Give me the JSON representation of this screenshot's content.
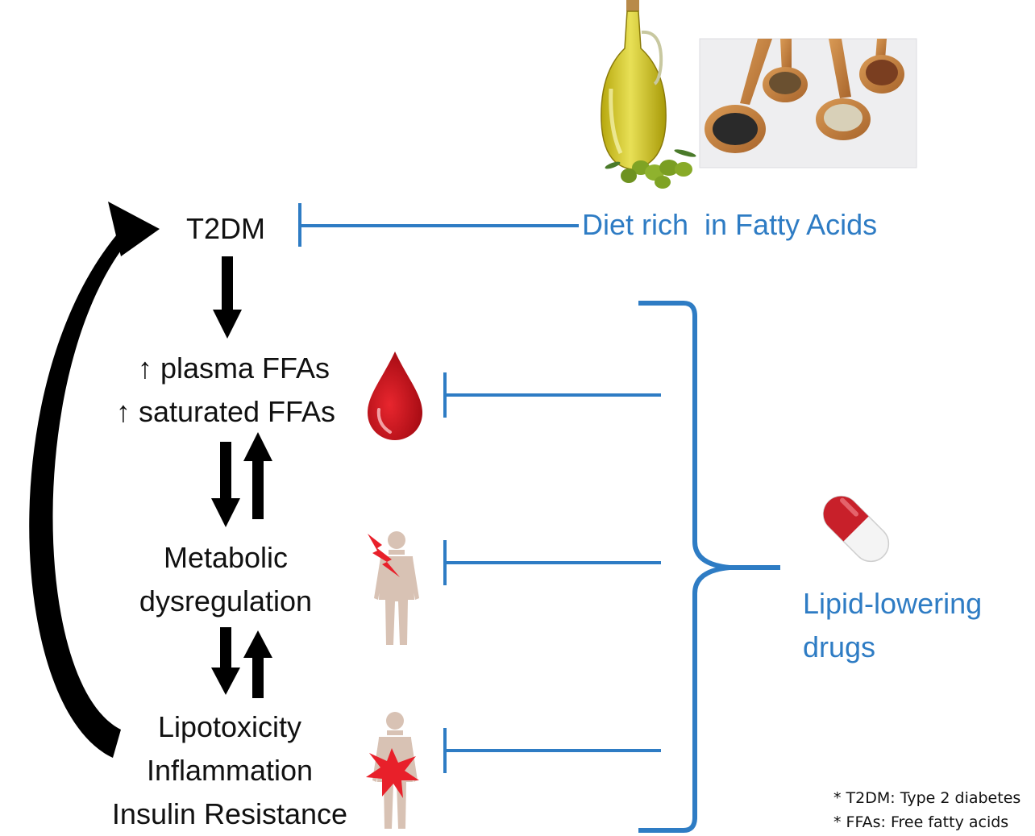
{
  "nodes": {
    "t2dm": "T2DM",
    "plasma_ffas": "↑ plasma FFAs",
    "saturated_ffas": "↑ saturated FFAs",
    "metabolic_line1": "Metabolic",
    "metabolic_line2": "dysregulation",
    "lipotoxicity": "Lipotoxicity",
    "inflammation": "Inflammation",
    "insulin_resistance": "Insulin Resistance"
  },
  "interventions": {
    "diet": "Diet rich  in Fatty Acids",
    "drugs_line1": "Lipid-lowering",
    "drugs_line2": "drugs"
  },
  "footnotes": [
    "* T2DM: Type 2 diabetes",
    "* FFAs: Free fatty acids"
  ],
  "colors": {
    "inhibition": "#2e7cc4",
    "arrows": "#000000",
    "blood": "#c8101a",
    "pain": "#e8202a",
    "body": "#d8c2b4"
  },
  "icons": [
    "olive-oil-bottle-icon",
    "seed-spoons-photo-icon",
    "blood-drop-icon",
    "body-pain-icon",
    "body-inflammation-icon",
    "capsule-pill-icon"
  ]
}
